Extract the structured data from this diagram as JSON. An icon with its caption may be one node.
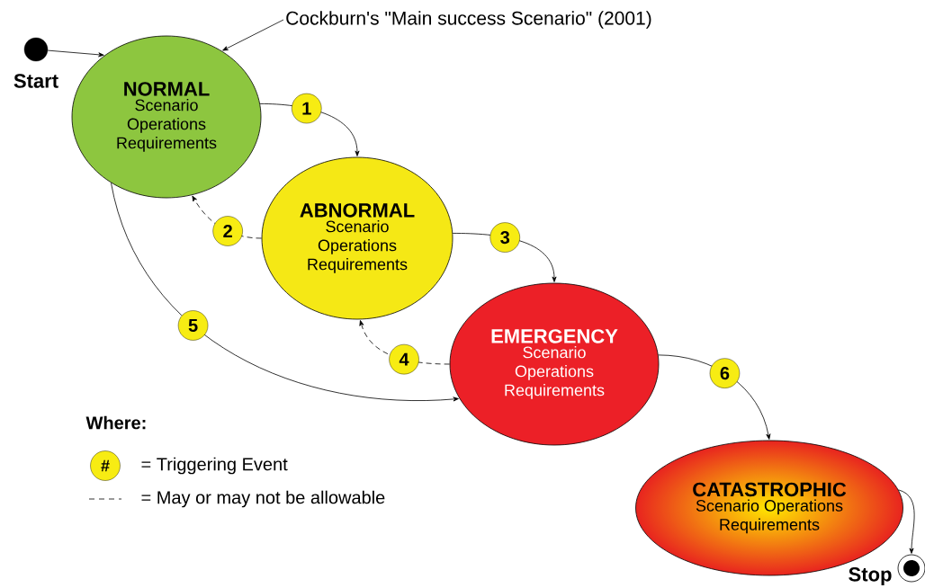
{
  "diagram": {
    "nodes": [
      {
        "text": [],
        "shape": "circle",
        "beside": [
          "Start"
        ]
      },
      {
        "text": [
          "NORMAL",
          "Scenario Operations Requirements"
        ]
      },
      {
        "text": [
          "ABNORMAL",
          "Scenario Operations Requirements"
        ]
      },
      {
        "text": [
          "EMERGENCY",
          "Scenario Operations Requirements"
        ]
      },
      {
        "text": [
          "CATASTROPHIC",
          "Scenario Operations Requirements"
        ]
      },
      {
        "text": [],
        "shape": "circle",
        "beside": [
          "Stop"
        ]
      },
      {
        "text": [
          "Cockburn's \"Main success Scenario\" (2001)"
        ]
      }
    ],
    "edges": [
      {
        "from": 0,
        "to": 1,
        "arrow": "to"
      },
      {
        "from": 6,
        "to": 1,
        "arrow": "to"
      },
      {
        "from": 1,
        "to": 2,
        "arrow": "to",
        "label": "1"
      },
      {
        "from": 2,
        "to": 1,
        "arrow": "to",
        "label": "2",
        "style": "dashed"
      },
      {
        "from": 2,
        "to": 3,
        "arrow": "to",
        "label": "3"
      },
      {
        "from": 3,
        "to": 2,
        "arrow": "to",
        "label": "4",
        "style": "dashed"
      },
      {
        "from": 1,
        "to": 3,
        "arrow": "to",
        "label": "5"
      },
      {
        "from": 3,
        "to": 4,
        "arrow": "to",
        "label": "6"
      },
      {
        "from": 4,
        "to": 5,
        "arrow": "to"
      }
    ],
    "labels": [
      "Where:",
      "#"
    ],
    "legend": [
      {
        "text": "= Triggering Event"
      },
      {
        "text": "= May or may not be allowable"
      }
    ]
  }
}
